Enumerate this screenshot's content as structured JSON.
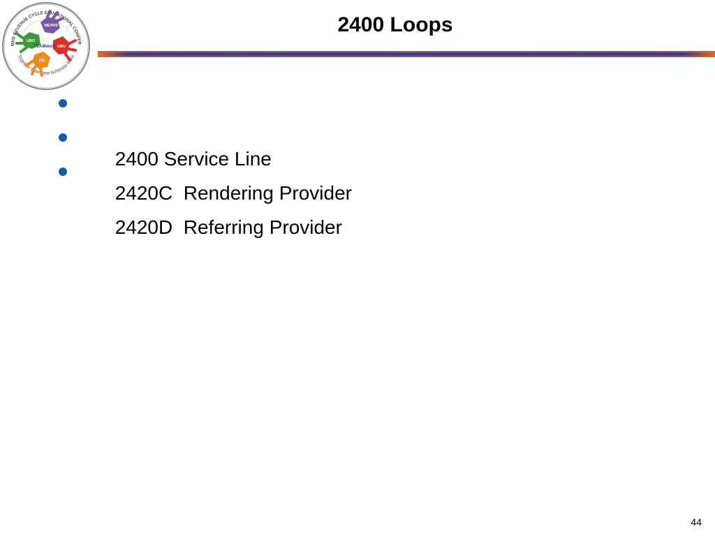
{
  "logo": {
    "ring_top_text": "2011 MHS REVENUE CYCLE EDUCATIONAL CONFERENCE",
    "ring_bottom_text": "Together Everyone Achieves More",
    "center_text": "TEAMwork",
    "hands": [
      "MEPRS",
      "UBO",
      "UBU",
      "DQ"
    ],
    "colors": {
      "ring_outer": "#8a8a8a",
      "hand_purple": "#7a55a8",
      "hand_green": "#3a9a3a",
      "hand_red": "#d8302a",
      "hand_orange": "#f08a1c"
    }
  },
  "slide": {
    "title": "2400 Loops",
    "bullets": [
      "2400 Service Line",
      "2420C  Rendering Provider",
      "2420D  Referring Provider"
    ],
    "page_number": "44"
  },
  "colors": {
    "bullet": "#1c5aa8",
    "rule_blue": "#2a3f9a",
    "rule_orange": "#e06a1a"
  }
}
